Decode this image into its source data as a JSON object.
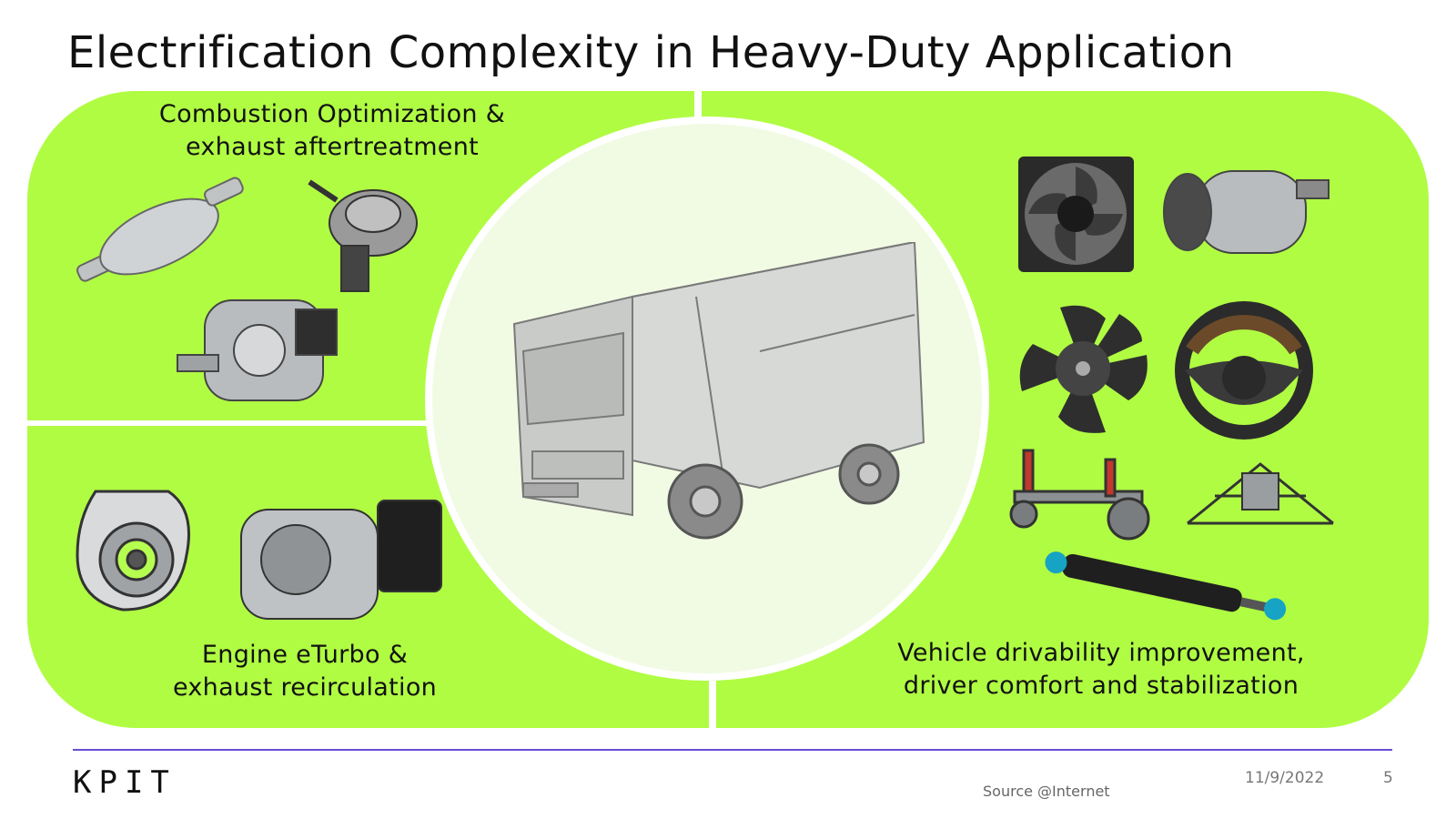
{
  "slide": {
    "title": "Electrification Complexity in Heavy-Duty Application",
    "labels": {
      "top_left_line1": "Combustion Optimization &",
      "top_left_line2": "exhaust aftertreatment",
      "bottom_left_line1": "Engine eTurbo &",
      "bottom_left_line2": "exhaust recirculation",
      "right_line1": "Vehicle drivability improvement,",
      "right_line2": "driver comfort and stabilization"
    },
    "parts": [
      "catalytic-converter-icon",
      "fuel-pump-icon",
      "injection-pump-icon",
      "turbocharger-icon",
      "egr-valve-icon",
      "cooling-fan-icon",
      "ac-compressor-icon",
      "blower-fan-icon",
      "steering-wheel-icon",
      "suspension-icon",
      "window-regulator-icon",
      "hydraulic-cylinder-icon",
      "truck-wireframe-icon"
    ],
    "colors": {
      "panel": "#b0fc43",
      "circle": "#f1fbe4",
      "rule": "#6a4cd3"
    }
  },
  "footer": {
    "logo": "KPIT",
    "source": "Source @Internet",
    "date": "11/9/2022",
    "page_number": "5"
  }
}
